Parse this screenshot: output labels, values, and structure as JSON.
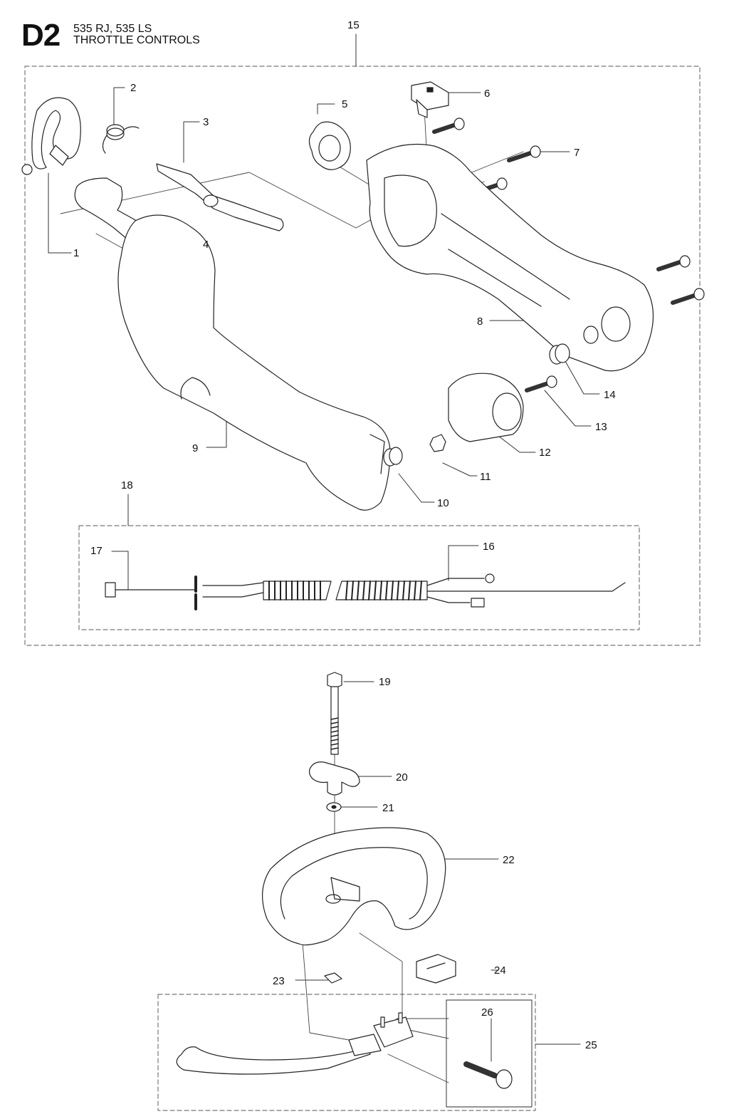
{
  "header": {
    "code": "D2",
    "models": "535 RJ, 535 LS",
    "section": "THROTTLE CONTROLS"
  },
  "callouts": [
    "1",
    "2",
    "3",
    "4",
    "5",
    "6",
    "7",
    "8",
    "9",
    "10",
    "11",
    "12",
    "13",
    "14",
    "15",
    "16",
    "17",
    "18",
    "19",
    "20",
    "21",
    "22",
    "23",
    "24",
    "25",
    "26"
  ]
}
